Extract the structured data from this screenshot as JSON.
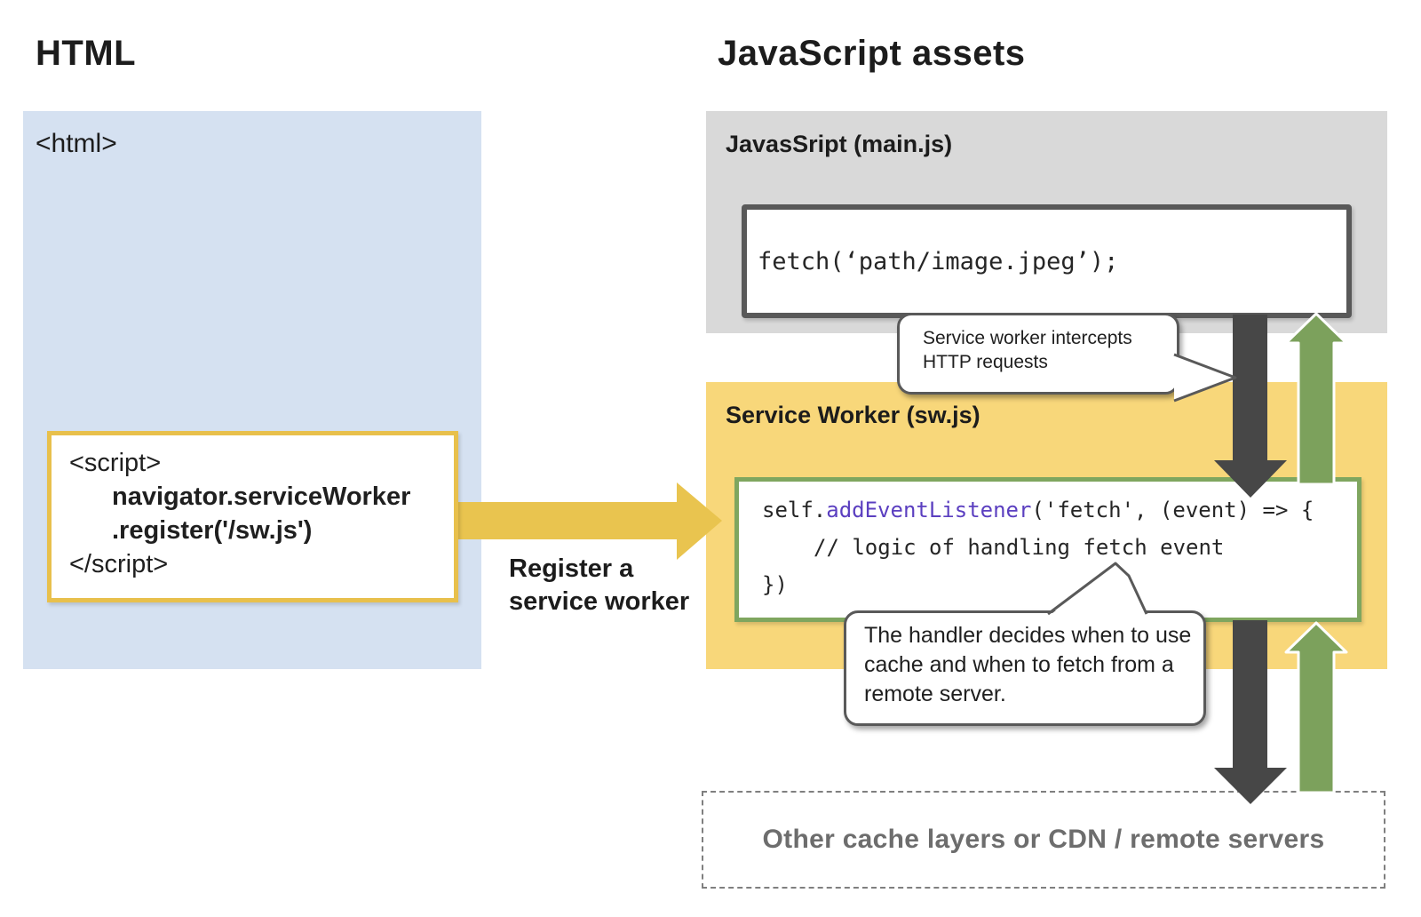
{
  "left": {
    "title": "HTML",
    "html_tag": "<html>",
    "script_box": {
      "lines": [
        "<script>",
        "navigator.serviceWorker",
        ".register('/sw.js')",
        "</script>"
      ]
    },
    "register_label": {
      "line1": "Register a",
      "line2": "service worker"
    }
  },
  "right": {
    "title": "JavaScript assets",
    "main_js": {
      "label": "JavasSript (main.js)",
      "code": "fetch(‘path/image.jpeg’);"
    },
    "service_worker": {
      "label": "Service Worker (sw.js)",
      "code1_pre": "self.",
      "code1_keyword": "addEventListener",
      "code1_post": "('fetch', (event) => {",
      "code2": "// logic of handling fetch event",
      "code3": "})"
    },
    "bubble_intercept": {
      "text": "Service worker intercepts HTTP requests"
    },
    "bubble_handler": {
      "text": "The handler decides when to use cache and when to fetch from a remote server."
    },
    "cache_box": {
      "label": "Other cache layers or CDN / remote servers"
    }
  },
  "colors": {
    "html_box_bg": "#d5e1f1",
    "assets_box_bg": "#d9d9d9",
    "service_worker_box_bg": "#f8d77a",
    "register_arrow": "#e9c44f",
    "script_box_border": "#e8c04c",
    "request_arrow": "#474747",
    "response_arrow": "#7ca15c",
    "sw_code_border": "#7fa65f",
    "callout_border": "#595959",
    "code_keyword": "#5b3fc0",
    "cache_box_text": "#6d6d6d"
  }
}
